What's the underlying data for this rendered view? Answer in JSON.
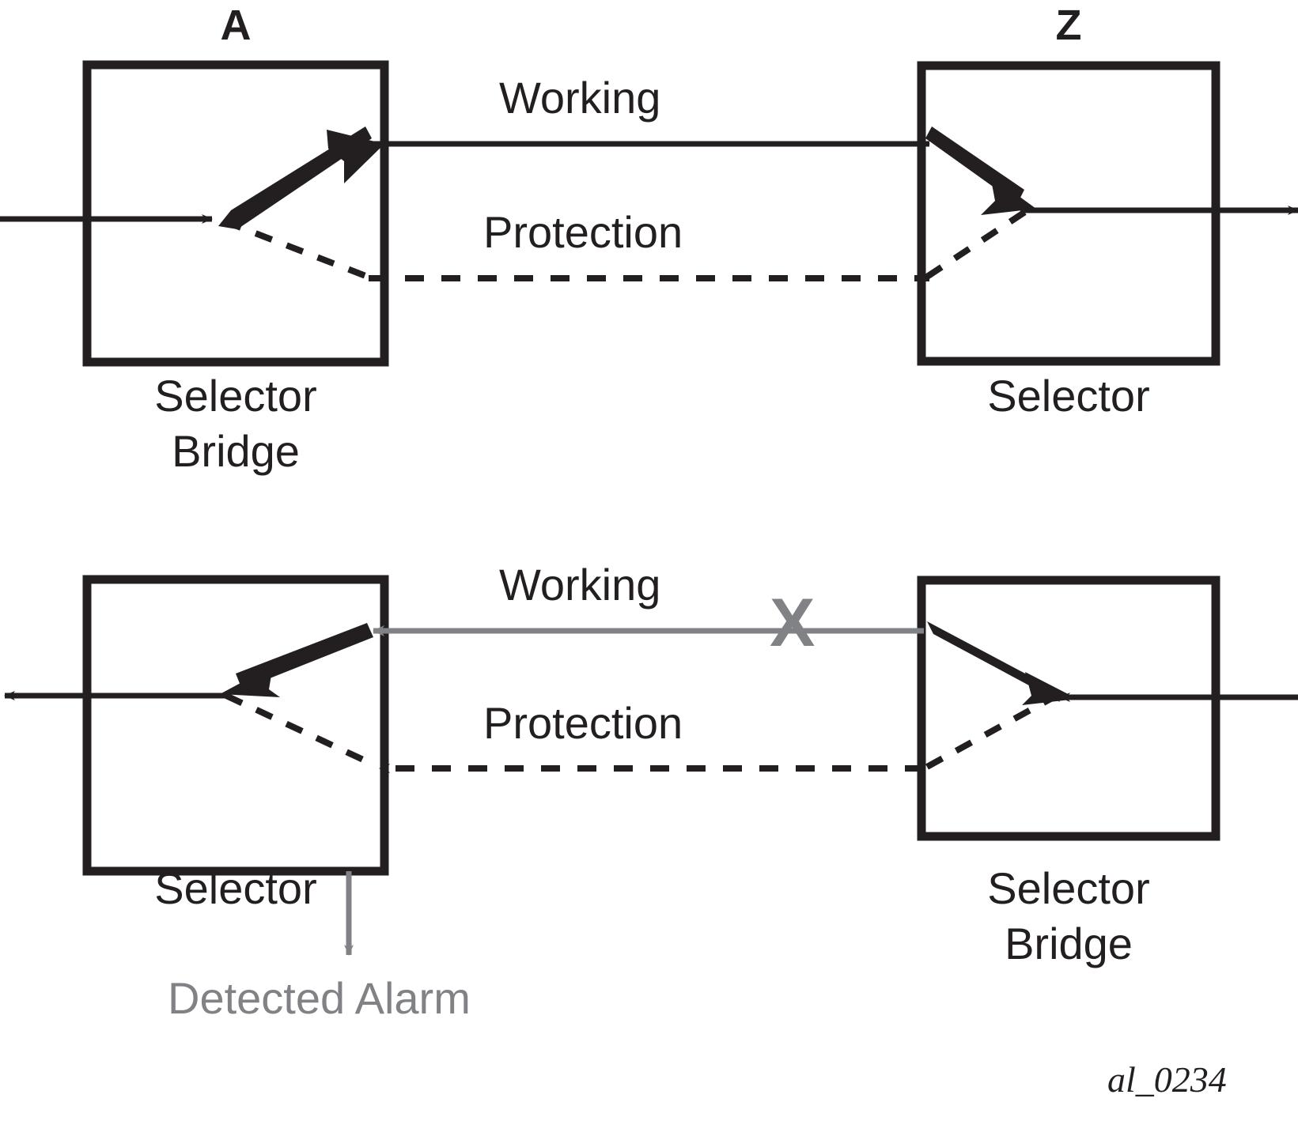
{
  "figure": {
    "caption": "al_0234",
    "background_color": "#ffffff",
    "line_color": "#231f20",
    "fault_color": "#808285"
  },
  "top_diagram": {
    "node_a_label": "A",
    "node_z_label": "Z",
    "working_label": "Working",
    "protection_label": "Protection",
    "left_box": {
      "caption_line1": "Selector",
      "caption_line2": "Bridge"
    },
    "right_box": {
      "caption_line1": "Selector",
      "caption_line2": ""
    }
  },
  "bottom_diagram": {
    "working_label": "Working",
    "protection_label": "Protection",
    "fault_marker": "X",
    "alarm_label": "Detected Alarm",
    "left_box": {
      "caption_line1": "Selector",
      "caption_line2": ""
    },
    "right_box": {
      "caption_line1": "Selector",
      "caption_line2": "Bridge"
    }
  }
}
